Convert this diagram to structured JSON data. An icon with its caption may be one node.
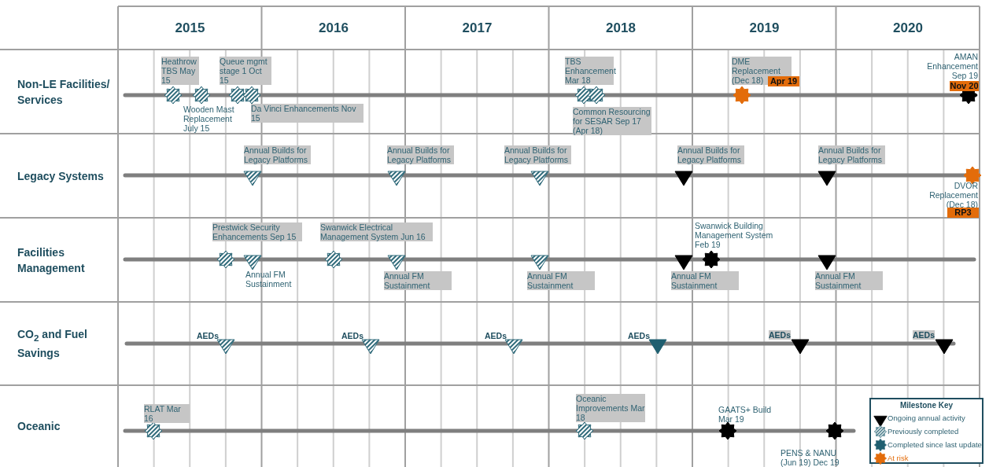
{
  "diagram": {
    "nodes": [
      {
        "text": [],
        "shape": "star",
        "beside": [
          "Heathrow TBS May 15"
        ]
      },
      {
        "text": [],
        "shape": "star",
        "beside": [
          "Wooden Mast Replacement July 15"
        ]
      },
      {
        "text": [],
        "shape": "star",
        "beside": [
          "Queue mgmt stage 1 Oct 15"
        ]
      },
      {
        "text": [],
        "shape": "star",
        "beside": [
          "Da Vinci Enhancements Nov 15"
        ]
      },
      {
        "text": [],
        "shape": "star",
        "beside": [
          "TBS Enhancement Mar 18"
        ]
      },
      {
        "text": [],
        "shape": "star",
        "beside": [
          "Common Resourcing for SESAR Sep 17  (Apr 18)"
        ]
      },
      {
        "text": [],
        "shape": "star",
        "beside": [
          "DME Replacement (Dec 18)",
          "Apr 19"
        ]
      },
      {
        "text": [],
        "shape": "star",
        "beside": [
          "AMAN Enhancement Sep 19",
          "Nov 20"
        ]
      },
      {
        "text": [],
        "shape": "triangle",
        "beside": [
          "Annual Builds for Legacy Platforms"
        ]
      },
      {
        "text": [],
        "shape": "triangle",
        "beside": [
          "Annual Builds for Legacy Platforms"
        ]
      },
      {
        "text": [],
        "shape": "triangle",
        "beside": [
          "Annual Builds for Legacy Platforms"
        ]
      },
      {
        "text": [],
        "shape": "triangle",
        "beside": [
          "Annual Builds for Legacy Platforms"
        ]
      },
      {
        "text": [],
        "shape": "triangle",
        "beside": [
          "Annual Builds for Legacy Platforms"
        ]
      },
      {
        "text": [],
        "shape": "star",
        "beside": [
          "DVOR Replacement (Dec 18)",
          "RP3"
        ]
      },
      {
        "text": [],
        "shape": "star",
        "beside": [
          "Prestwick Security Enhancements Sep 15"
        ]
      },
      {
        "text": [],
        "shape": "triangle",
        "beside": [
          "Annual FM Sustainment"
        ]
      },
      {
        "text": [],
        "shape": "star",
        "beside": [
          "Swanwick Electrical Management System Jun 16"
        ]
      },
      {
        "text": [],
        "shape": "triangle",
        "beside": [
          "Annual FM Sustainment"
        ]
      },
      {
        "text": [],
        "shape": "triangle",
        "beside": [
          "Annual FM Sustainment"
        ]
      },
      {
        "text": [],
        "shape": "triangle",
        "beside": [
          "Annual FM Sustainment"
        ]
      },
      {
        "text": [],
        "shape": "star",
        "beside": [
          "Swanwick Building Management System Feb 19"
        ]
      },
      {
        "text": [],
        "shape": "triangle",
        "beside": [
          "Annual FM Sustainment"
        ]
      },
      {
        "text": [],
        "shape": "triangle",
        "beside": [
          "AEDs"
        ]
      },
      {
        "text": [],
        "shape": "triangle",
        "beside": [
          "AEDs"
        ]
      },
      {
        "text": [],
        "shape": "triangle",
        "beside": [
          "AEDs"
        ]
      },
      {
        "text": [],
        "shape": "triangle",
        "beside": [
          "AEDs"
        ]
      },
      {
        "text": [],
        "shape": "triangle",
        "beside": [
          "AEDs"
        ]
      },
      {
        "text": [],
        "shape": "triangle",
        "beside": [
          "AEDs"
        ]
      },
      {
        "text": [],
        "shape": "star",
        "beside": [
          "RLAT Mar 16"
        ]
      },
      {
        "text": [],
        "shape": "star",
        "beside": [
          "Oceanic Improvements Mar 18"
        ]
      },
      {
        "text": [],
        "shape": "star",
        "beside": [
          "GAATS+ Build Mar 19"
        ]
      },
      {
        "text": [],
        "shape": "star",
        "beside": [
          "PENS & NANU (Jun 19)   Dec 19"
        ]
      }
    ],
    "labels": [
      "2015",
      "2016",
      "2017",
      "2018",
      "2019",
      "2020",
      "Non-LE Facilities/ Services",
      "Legacy Systems",
      "Facilities Management",
      "CO$_{2}$ and Fuel Savings",
      "Oceanic",
      "Milestone Key"
    ],
    "legend": [
      {
        "text": "Ongoing annual activity"
      },
      {
        "text": "Previously completed"
      },
      {
        "text": "Completed since last update"
      },
      {
        "text": "At risk"
      }
    ]
  }
}
